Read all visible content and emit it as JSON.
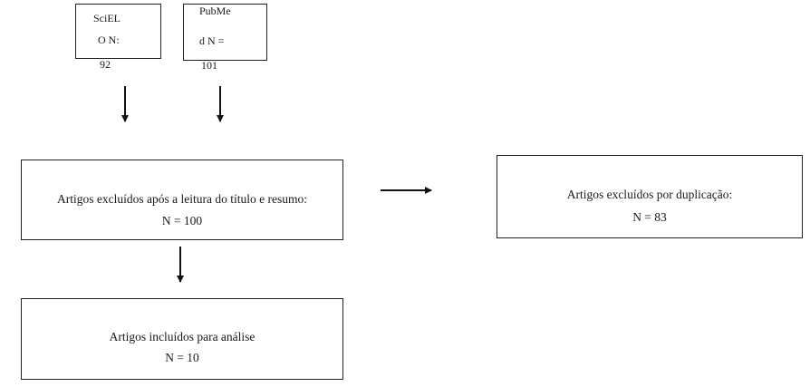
{
  "sources": {
    "scielo": {
      "line1": "SciEL",
      "line2": "O N:",
      "line3": "92"
    },
    "pubmed": {
      "line1": "PubMe",
      "line2": "d N =",
      "line3": "101"
    }
  },
  "excluded_title_abstract": {
    "label": "Artigos excluídos após a leitura do título e resumo:",
    "count": "N = 100"
  },
  "excluded_duplication": {
    "label": "Artigos excluídos por duplicação:",
    "count": "N = 83"
  },
  "included": {
    "label": "Artigos incluídos para análise",
    "count": "N = 10"
  }
}
